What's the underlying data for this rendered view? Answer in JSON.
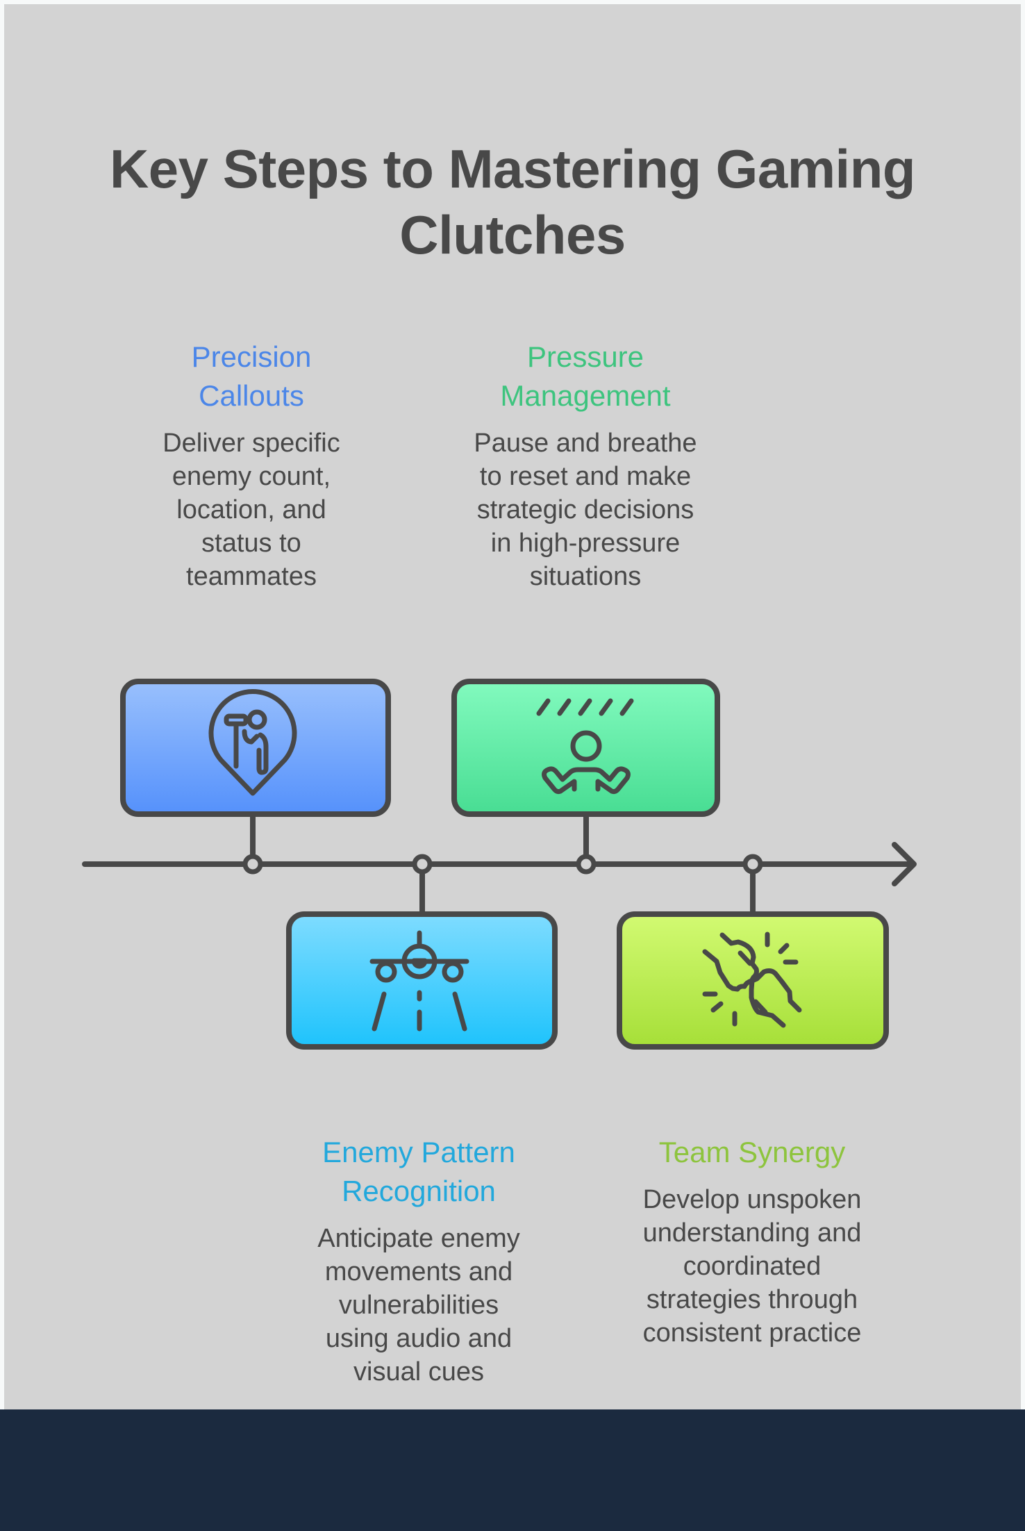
{
  "title": "Key Steps to Mastering Gaming Clutches",
  "colors": {
    "background": "#d3d3d3",
    "footer": "#1b2a3f",
    "stroke": "#484848",
    "text": "#484848"
  },
  "steps": [
    {
      "heading": "Precision Callouts",
      "heading_lines": [
        "Precision",
        "Callouts"
      ],
      "description": "Deliver specific enemy count, location, and status to teammates",
      "description_lines": [
        "Deliver specific",
        "enemy count,",
        "location, and",
        "status to",
        "teammates"
      ],
      "icon": "binoculars-location-pin-icon",
      "position": "above",
      "heading_color": "#4b86e8",
      "box_gradient": [
        "#99c0fd",
        "#5591fb"
      ]
    },
    {
      "heading": "Enemy Pattern Recognition",
      "heading_lines": [
        "Enemy Pattern",
        "Recognition"
      ],
      "description": "Anticipate enemy movements and vulnerabilities using audio and visual cues",
      "description_lines": [
        "Anticipate enemy",
        "movements and",
        "vulnerabilities",
        "using audio and",
        "visual cues"
      ],
      "icon": "airplane-runway-icon",
      "position": "below",
      "heading_color": "#22a8dc",
      "box_gradient": [
        "#7fdcff",
        "#1ec3fc"
      ]
    },
    {
      "heading": "Pressure Management",
      "heading_lines": [
        "Pressure",
        "Management"
      ],
      "description": "Pause and breathe to reset and make strategic decisions in high-pressure situations",
      "description_lines": [
        "Pause and breathe",
        "to reset and make",
        "strategic decisions",
        "in high-pressure",
        "situations"
      ],
      "icon": "meditation-rain-icon",
      "position": "above",
      "heading_color": "#3dc47e",
      "box_gradient": [
        "#82fabe",
        "#48dd93"
      ]
    },
    {
      "heading": "Team Synergy",
      "heading_lines": [
        "Team Synergy"
      ],
      "description": "Develop unspoken understanding and coordinated strategies through consistent practice",
      "description_lines": [
        "Develop unspoken",
        "understanding and",
        "coordinated",
        "strategies through",
        "consistent practice"
      ],
      "icon": "fist-bump-icon",
      "position": "below",
      "heading_color": "#8dc43d",
      "box_gradient": [
        "#d2fa72",
        "#a6df38"
      ]
    }
  ]
}
